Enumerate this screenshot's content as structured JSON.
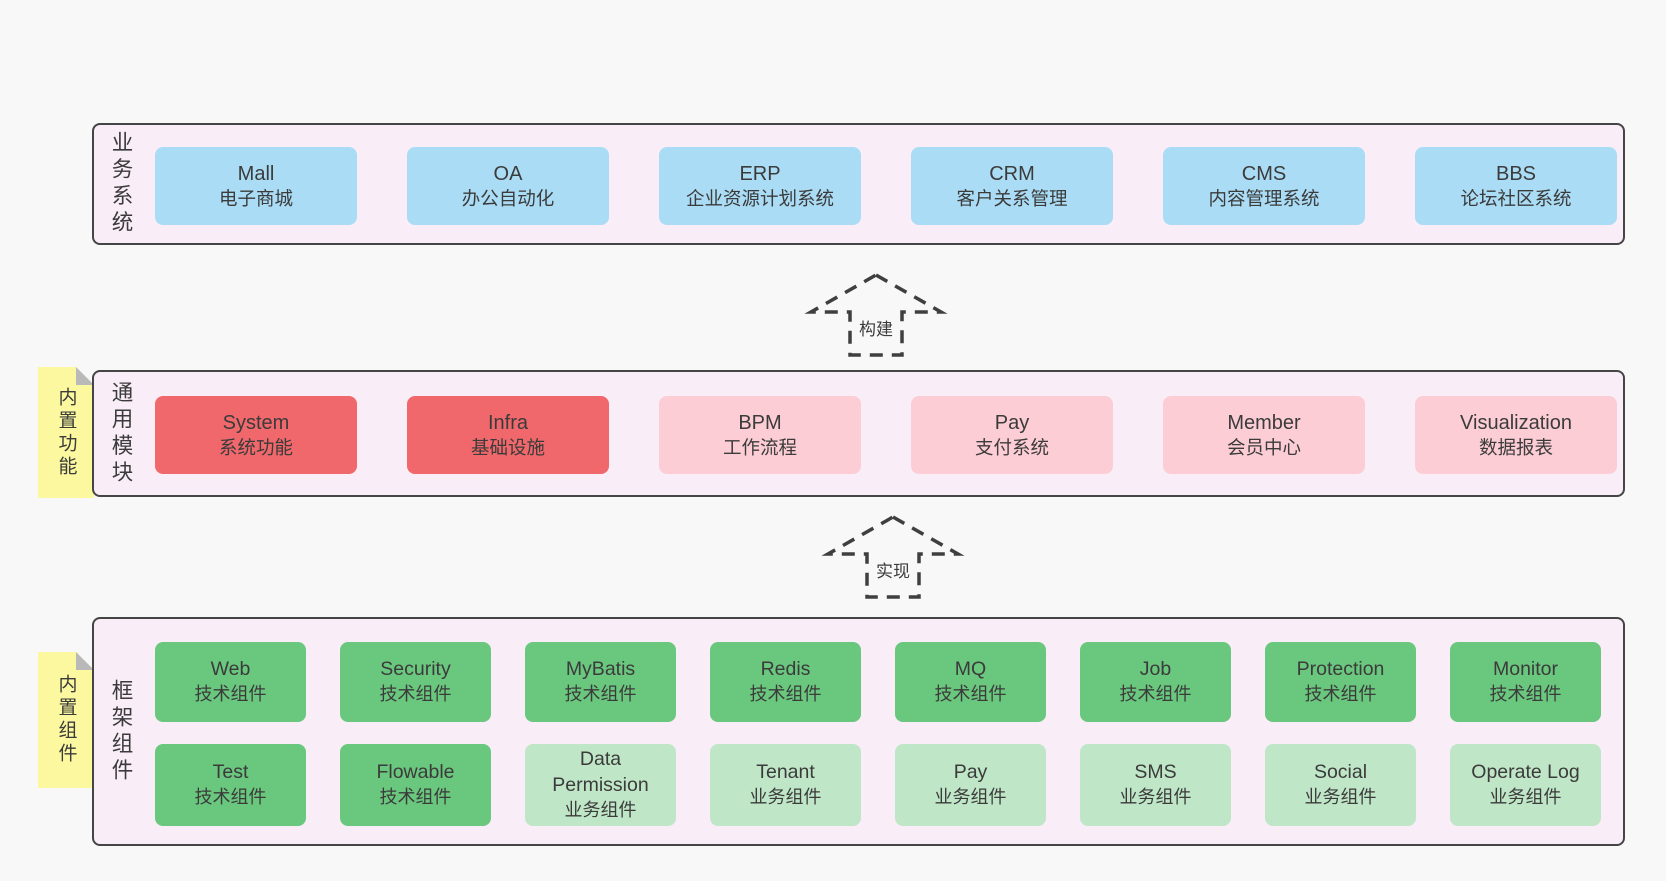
{
  "colors": {
    "page_bg": "#f8f8f8",
    "layer_bg": "#f9edf7",
    "layer_border": "#454545",
    "blue": "#aadcf5",
    "red": "#f0686b",
    "pink": "#fccdd5",
    "green": "#6ac77e",
    "lightgreen": "#bfe6c7",
    "tab_yellow": "#fbf8a0",
    "fold_gray": "#b9b9b9",
    "text": "#3b3b3b"
  },
  "arrows": [
    {
      "label": "构建"
    },
    {
      "label": "实现"
    }
  ],
  "layers": [
    {
      "label": "业务系统",
      "boxes": [
        {
          "name": "Mall",
          "desc": "电子商城",
          "type": "blue"
        },
        {
          "name": "OA",
          "desc": "办公自动化",
          "type": "blue"
        },
        {
          "name": "ERP",
          "desc": "企业资源计划系统",
          "type": "blue"
        },
        {
          "name": "CRM",
          "desc": "客户关系管理",
          "type": "blue"
        },
        {
          "name": "CMS",
          "desc": "内容管理系统",
          "type": "blue"
        },
        {
          "name": "BBS",
          "desc": "论坛社区系统",
          "type": "blue"
        }
      ]
    },
    {
      "label": "通用模块",
      "tab": "内置功能",
      "boxes": [
        {
          "name": "System",
          "desc": "系统功能",
          "type": "red"
        },
        {
          "name": "Infra",
          "desc": "基础设施",
          "type": "red"
        },
        {
          "name": "BPM",
          "desc": "工作流程",
          "type": "pink"
        },
        {
          "name": "Pay",
          "desc": "支付系统",
          "type": "pink"
        },
        {
          "name": "Member",
          "desc": "会员中心",
          "type": "pink"
        },
        {
          "name": "Visualization",
          "desc": "数据报表",
          "type": "pink"
        }
      ]
    },
    {
      "label": "框架组件",
      "tab": "内置组件",
      "rows": [
        [
          {
            "name": "Web",
            "desc": "技术组件",
            "type": "green"
          },
          {
            "name": "Security",
            "desc": "技术组件",
            "type": "green"
          },
          {
            "name": "MyBatis",
            "desc": "技术组件",
            "type": "green"
          },
          {
            "name": "Redis",
            "desc": "技术组件",
            "type": "green"
          },
          {
            "name": "MQ",
            "desc": "技术组件",
            "type": "green"
          },
          {
            "name": "Job",
            "desc": "技术组件",
            "type": "green"
          },
          {
            "name": "Protection",
            "desc": "技术组件",
            "type": "green"
          },
          {
            "name": "Monitor",
            "desc": "技术组件",
            "type": "green"
          }
        ],
        [
          {
            "name": "Test",
            "desc": "技术组件",
            "type": "green"
          },
          {
            "name": "Flowable",
            "desc": "技术组件",
            "type": "green"
          },
          {
            "name": "Data Permission",
            "desc": "业务组件",
            "type": "lightgreen"
          },
          {
            "name": "Tenant",
            "desc": "业务组件",
            "type": "lightgreen"
          },
          {
            "name": "Pay",
            "desc": "业务组件",
            "type": "lightgreen"
          },
          {
            "name": "SMS",
            "desc": "业务组件",
            "type": "lightgreen"
          },
          {
            "name": "Social",
            "desc": "业务组件",
            "type": "lightgreen"
          },
          {
            "name": "Operate Log",
            "desc": "业务组件",
            "type": "lightgreen"
          }
        ]
      ]
    }
  ]
}
